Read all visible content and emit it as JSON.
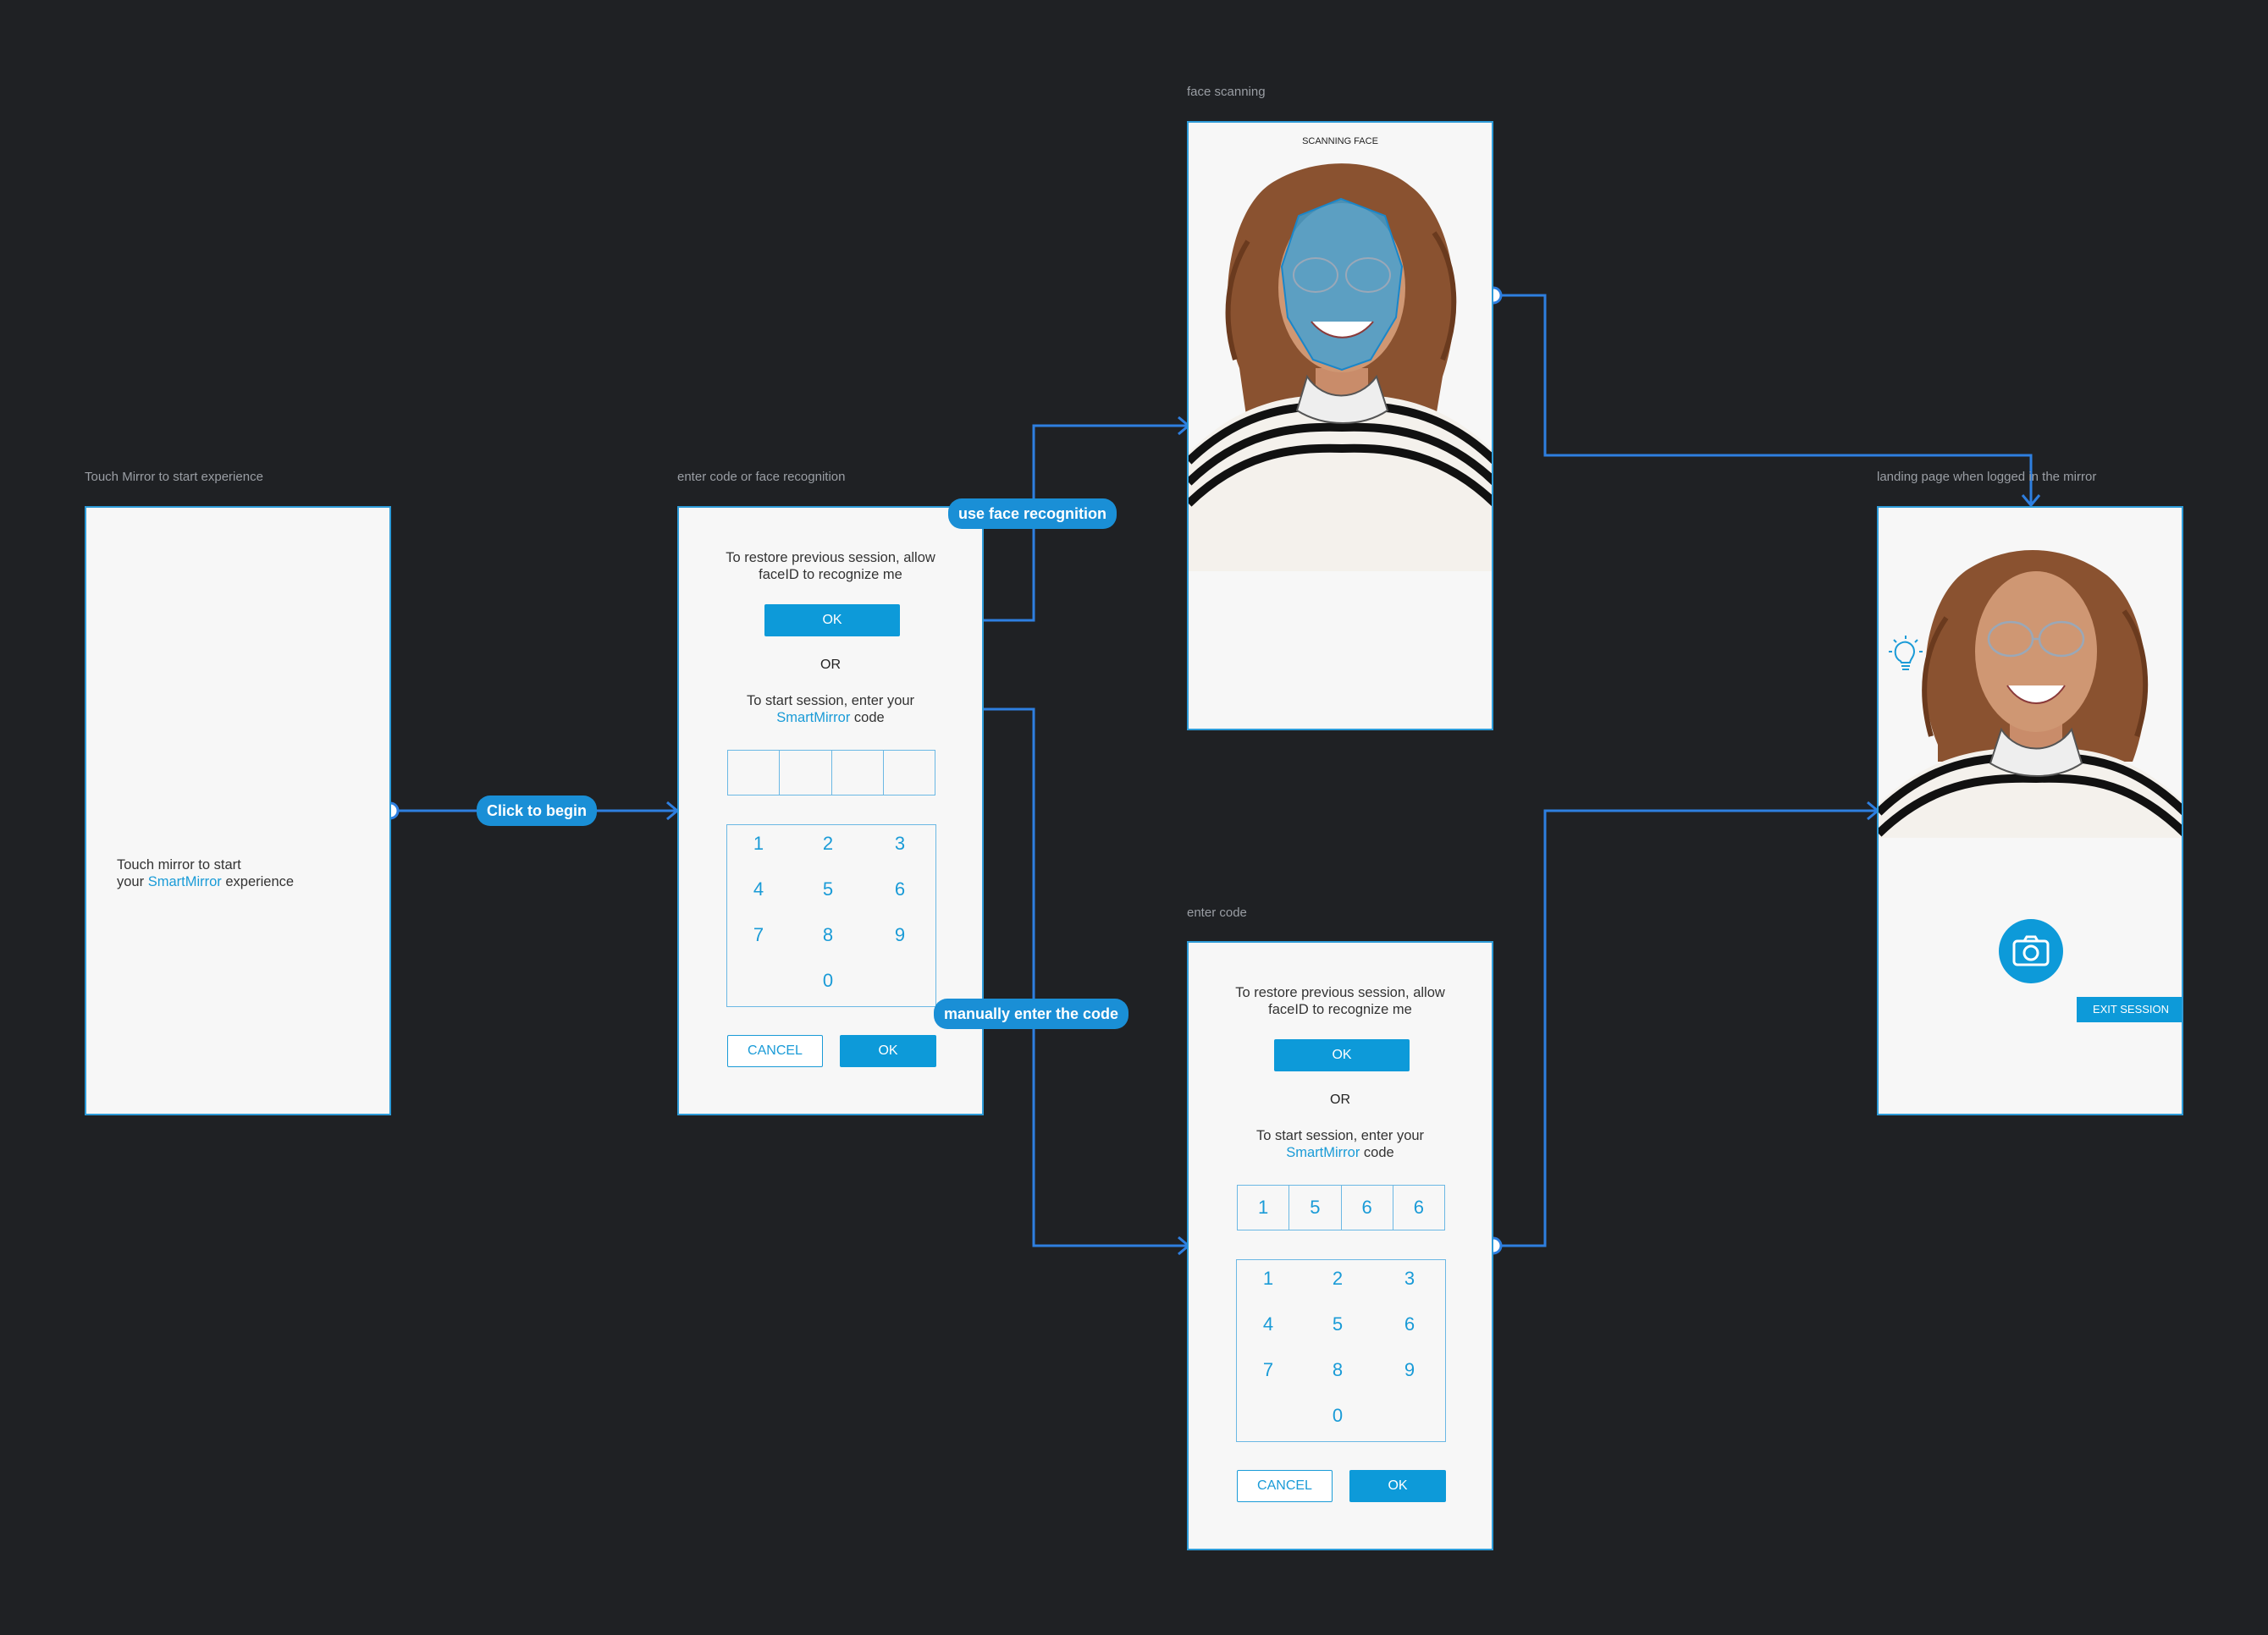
{
  "frames": {
    "start": {
      "label": "Touch Mirror to start experience",
      "line1": "Touch mirror to start",
      "line2_pre": "your ",
      "line2_brand": "SmartMirror",
      "line2_post": " experience"
    },
    "choose": {
      "label": "enter code or face recognition",
      "restore_line1": "To restore previous session, allow",
      "restore_line2": "faceID to recognize me",
      "ok_label": "OK",
      "or_label": "OR",
      "session_line1": "To start session, enter your",
      "session_brand": "SmartMirror",
      "session_post": " code",
      "code_digits": [
        "",
        "",
        "",
        ""
      ],
      "keys": [
        "1",
        "2",
        "3",
        "4",
        "5",
        "6",
        "7",
        "8",
        "9",
        "0"
      ],
      "cancel_label": "CANCEL",
      "confirm_label": "OK"
    },
    "scan": {
      "label": "face scanning",
      "title": "SCANNING FACE"
    },
    "code": {
      "label": "enter code",
      "restore_line1": "To restore previous session, allow",
      "restore_line2": "faceID to recognize me",
      "ok_label": "OK",
      "or_label": "OR",
      "session_line1": "To start session, enter your",
      "session_brand": "SmartMirror",
      "session_post": " code",
      "code_digits": [
        "1",
        "5",
        "6",
        "6"
      ],
      "keys": [
        "1",
        "2",
        "3",
        "4",
        "5",
        "6",
        "7",
        "8",
        "9",
        "0"
      ],
      "cancel_label": "CANCEL",
      "confirm_label": "OK"
    },
    "landing": {
      "label": "landing page when logged in the mirror",
      "exit_label": "EXIT SESSION"
    }
  },
  "connectors": {
    "click_to_begin": "Click to begin",
    "use_face_recognition": "use face recognition",
    "manually_enter_code": "manually enter the code"
  },
  "colors": {
    "background": "#1f2124",
    "accent": "#0d9ad9",
    "connector": "#2e7fe0",
    "frame_border": "#2d9bd8"
  },
  "icons": [
    "lightbulb-icon",
    "camera-icon"
  ]
}
